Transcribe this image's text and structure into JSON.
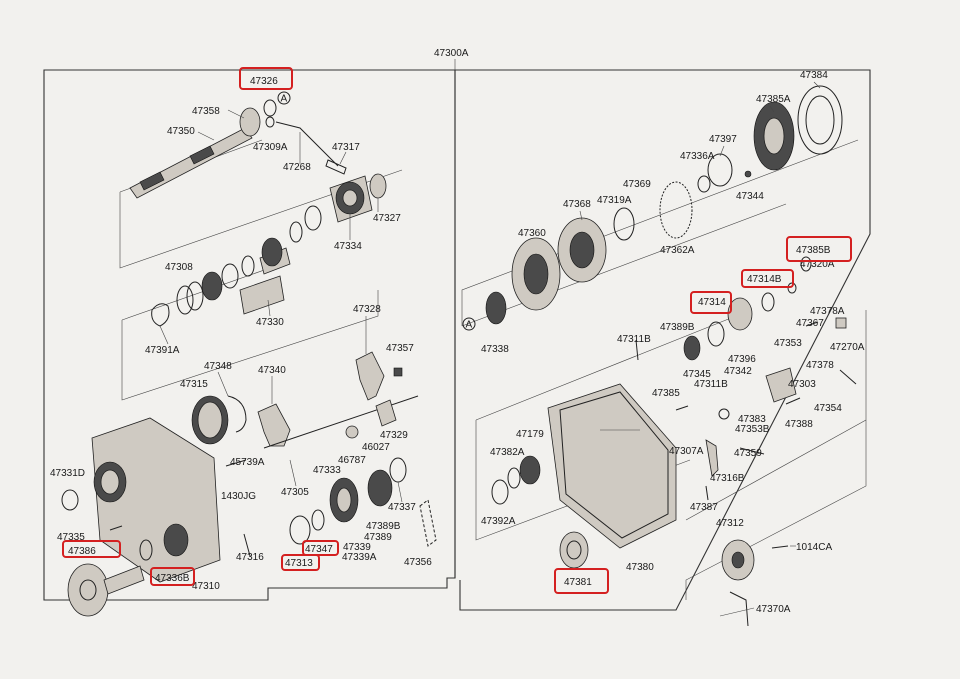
{
  "title": "47300A",
  "highlight_color": "#d42020",
  "callout_a": "A",
  "labels": {
    "p47326": "47326",
    "p47358": "47358",
    "p47350": "47350",
    "p47309A": "47309A",
    "p47268": "47268",
    "p47317": "47317",
    "p47327": "47327",
    "p47334": "47334",
    "p47308": "47308",
    "p47330": "47330",
    "p47391A": "47391A",
    "p47348": "47348",
    "p47340": "47340",
    "p47315": "47315",
    "p47328": "47328",
    "p47357": "47357",
    "p47329": "47329",
    "p46027": "46027",
    "p46787": "46787",
    "p45739A": "45739A",
    "p47333": "47333",
    "p47305": "47305",
    "p1430JG": "1430JG",
    "p47331D": "47331D",
    "p47335": "47335",
    "p47386": "47386",
    "p47336B": "47336B",
    "p47310": "47310",
    "p47316": "47316",
    "p47313": "47313",
    "p47347": "47347",
    "p47339": "47339",
    "p47339A": "47339A",
    "p47389": "47389",
    "p47389B": "47389B",
    "p47337": "47337",
    "p47356": "47356",
    "p47384": "47384",
    "p47385A": "47385A",
    "p47397": "47397",
    "p47336A": "47336A",
    "p47344": "47344",
    "p47369": "47369",
    "p47368": "47368",
    "p47319A": "47319A",
    "p47360": "47360",
    "p47362A": "47362A",
    "p47385B": "47385B",
    "p47320A": "47320A",
    "p47314B": "47314B",
    "p47314": "47314",
    "p47338": "47338",
    "p47311B": "47311B",
    "p47389B2": "47389B",
    "p47396": "47396",
    "p47345": "47345",
    "p47342": "47342",
    "p47353": "47353",
    "p47367": "47367",
    "p47378A": "47378A",
    "p47270A": "47270A",
    "p47378": "47378",
    "p47303": "47303",
    "p47385": "47385",
    "p47311B2": "47311B",
    "p47354": "47354",
    "p47383": "47383",
    "p47353B": "47353B",
    "p47388": "47388",
    "p47179": "47179",
    "p47307A": "47307A",
    "p47359": "47359",
    "p47382A": "47382A",
    "p47316B": "47316B",
    "p47392A": "47392A",
    "p47387": "47387",
    "p47312": "47312",
    "p1014CA": "1014CA",
    "p47381": "47381",
    "p47380": "47380",
    "p47370A": "47370A"
  }
}
